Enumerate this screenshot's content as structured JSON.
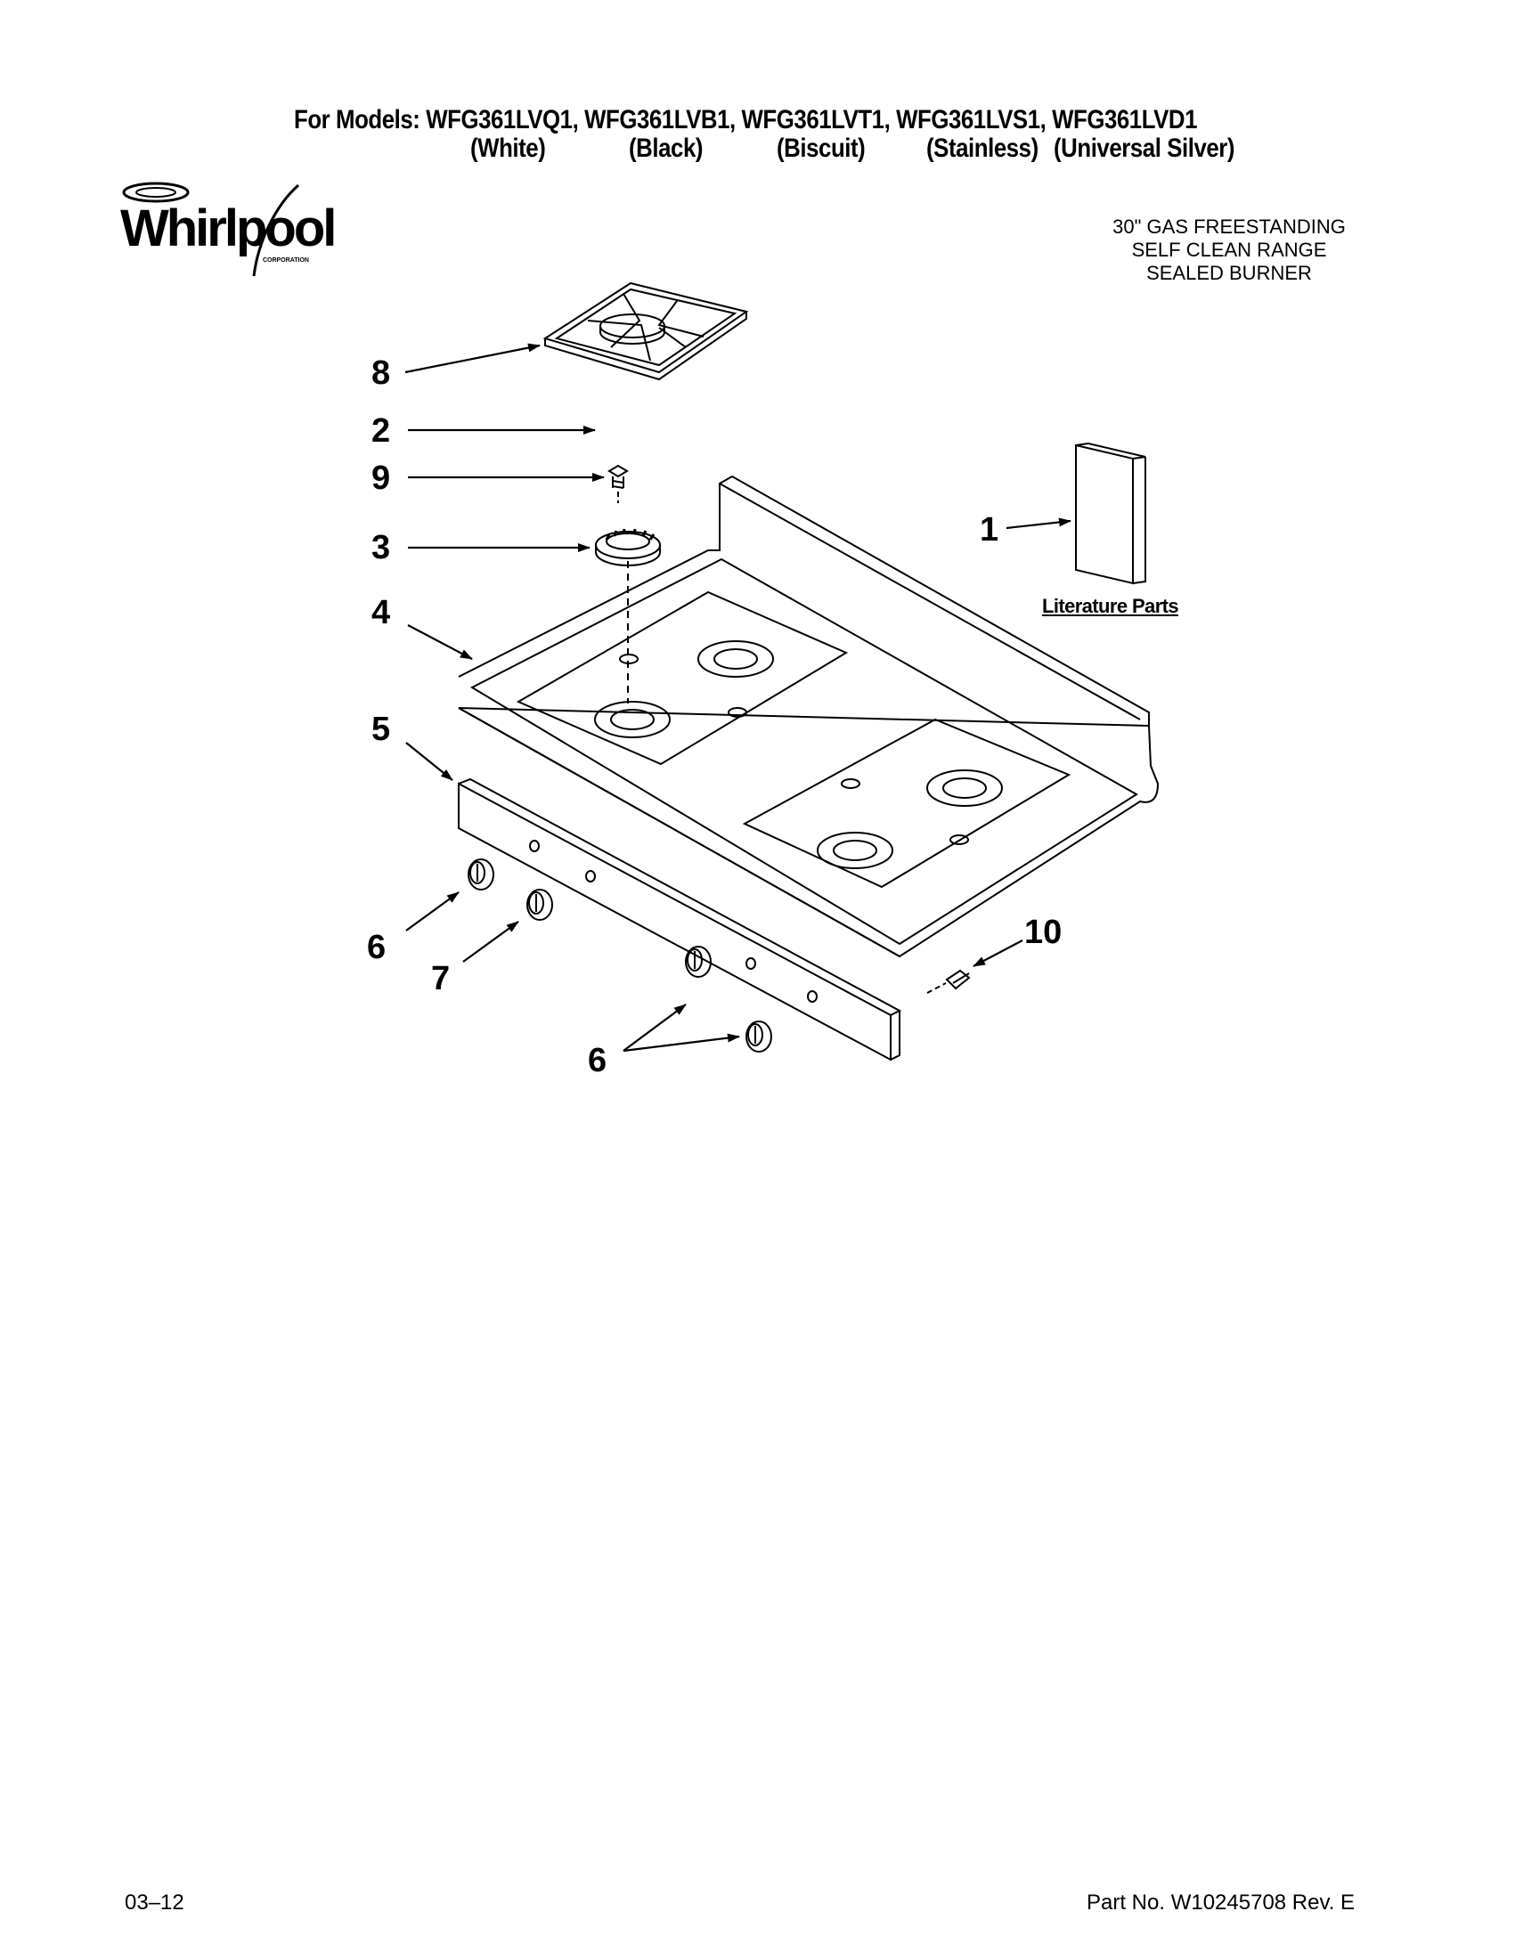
{
  "header": {
    "models_line": "For Models: WFG361LVQ1, WFG361LVB1, WFG361LVT1, WFG361LVS1, WFG361LVD1",
    "colors": [
      "(White)",
      "(Black)",
      "(Biscuit)",
      "(Stainless)",
      "(Universal Silver)"
    ]
  },
  "brand": {
    "logo_text": "Whirlpool",
    "logo_subtext": "CORPORATION"
  },
  "product": {
    "lines": [
      "30\" GAS FREESTANDING",
      "SELF CLEAN RANGE",
      "SEALED BURNER"
    ]
  },
  "diagram": {
    "literature_label": "Literature Parts",
    "callouts": {
      "c1": "1",
      "c2": "2",
      "c3": "3",
      "c4": "4",
      "c5": "5",
      "c6a": "6",
      "c6b": "6",
      "c7": "7",
      "c8": "8",
      "c9": "9",
      "c10": "10"
    }
  },
  "footer": {
    "date_code": "03–12",
    "part_number": "Part No. W10245708 Rev. E"
  }
}
